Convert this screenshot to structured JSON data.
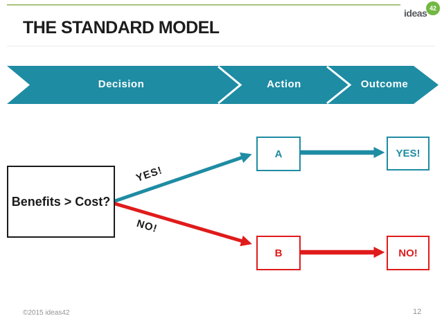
{
  "header": {
    "title": "THE STANDARD MODEL",
    "logo_text": "ideas",
    "logo_badge": "42"
  },
  "process_bar": {
    "steps": [
      {
        "label": "Decision"
      },
      {
        "label": "Action"
      },
      {
        "label": "Outcome"
      }
    ]
  },
  "diagram": {
    "decision_box": "Benefits > Cost?",
    "yes_branch": {
      "edge_label": "YES!",
      "action_box": "A",
      "outcome_box": "YES!"
    },
    "no_branch": {
      "edge_label": "NO!",
      "action_box": "B",
      "outcome_box": "NO!"
    }
  },
  "footer": {
    "copyright": "©2015 ideas42",
    "page_number": "12"
  },
  "colors": {
    "teal": "#1E8CA3",
    "red": "#E01B1B",
    "top_rule_green": "#A9C47E",
    "logo_green": "#72B843",
    "logo_gray": "#55575B"
  }
}
